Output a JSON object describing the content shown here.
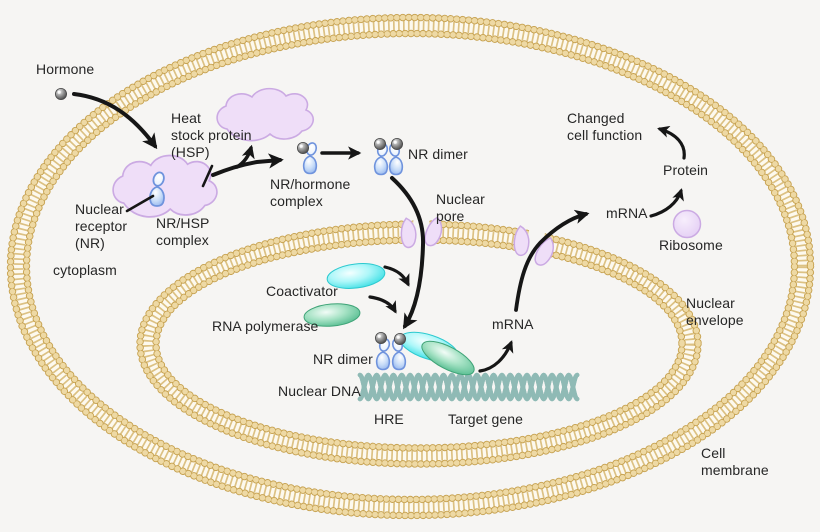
{
  "diagram": {
    "title": "Intracellular hormone receptor signaling diagram",
    "labels": {
      "hormone": "Hormone",
      "heat_shock_protein": "Heat\nstock protein\n(HSP)",
      "nuclear_receptor": "Nuclear\nreceptor\n(NR)",
      "nr_hsp_complex": "NR/HSP\ncomplex",
      "cytoplasm": "cytoplasm",
      "nr_hormone_complex": "NR/hormone\ncomplex",
      "nr_dimer_top": "NR dimer",
      "nuclear_pore": "Nuclear\npore",
      "coactivator": "Coactivator",
      "rna_polymerase": "RNA polymerase",
      "nr_dimer_bottom": "NR dimer",
      "nuclear_dna": "Nuclear DNA",
      "hre": "HRE",
      "target_gene": "Target gene",
      "mrna_nucleus": "mRNA",
      "mrna_cytoplasm": "mRNA",
      "ribosome": "Ribosome",
      "protein": "Protein",
      "changed_cell_function": "Changed\ncell function",
      "nuclear_envelope": "Nuclear\nenvelope",
      "cell_membrane": "Cell\nmembrane"
    },
    "colors": {
      "background": "#f6f5f3",
      "membrane_bead_fill": "#eed9a4",
      "membrane_bead_outline": "#c6a14f",
      "membrane_rung": "#dcc183",
      "organelle_lavender": "#efdef8",
      "organelle_lavender_outline": "#cbaae3",
      "receptor_blue": "#9dbcf0",
      "receptor_blue_outline": "#6f93dd",
      "coactivator_cyan": "#2fdce2",
      "rna_polymerase_green": "#4cb88a",
      "dna_teal": "#8fbab5",
      "hormone_gray": "#5a5a5a",
      "arrow_black": "#161616",
      "text": "#262626"
    }
  }
}
